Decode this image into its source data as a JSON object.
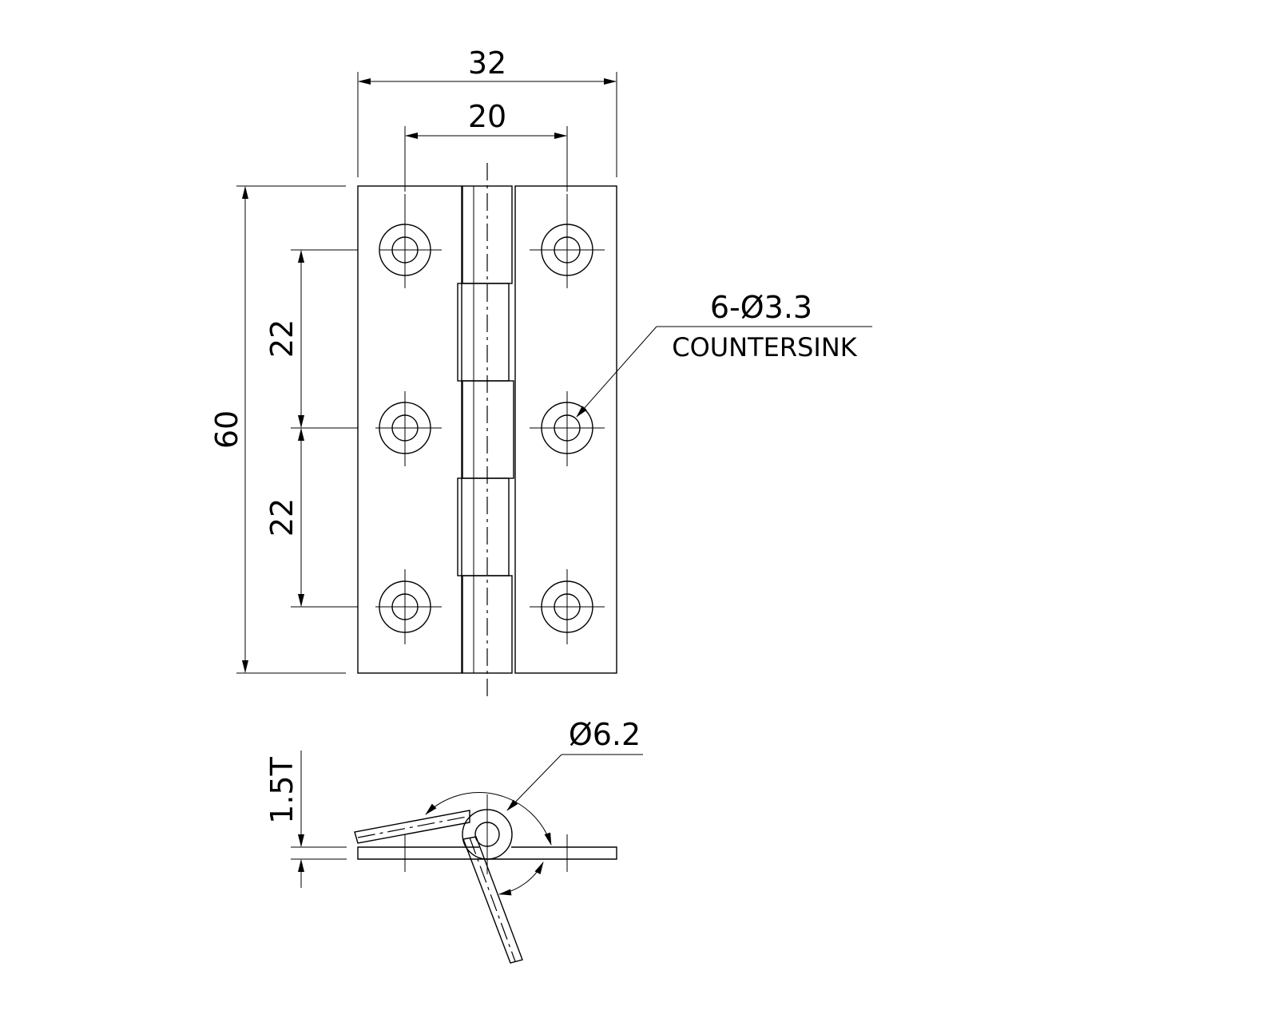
{
  "dimensions": {
    "overall_width": "32",
    "hole_spacing_x": "20",
    "overall_height": "60",
    "hole_pitch_upper": "22",
    "hole_pitch_lower": "22",
    "thickness": "1.5T",
    "pin_diameter": "Ø6.2"
  },
  "notes": {
    "hole_count_dia": "6-Ø3.3",
    "hole_type": "COUNTERSINK"
  },
  "colors": {
    "line": "#000000",
    "background": "#ffffff"
  }
}
